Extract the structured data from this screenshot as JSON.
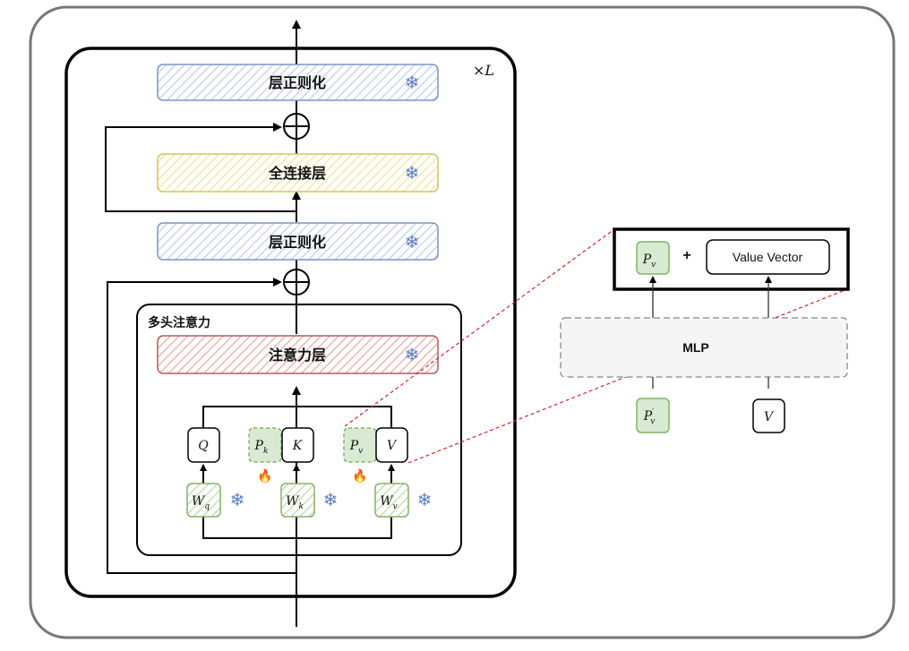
{
  "colors": {
    "norm_stroke": "#7b93c9",
    "norm_hatch": "#c9d6ef",
    "ffn_stroke": "#d8c25a",
    "ffn_hatch": "#f3e8a8",
    "attn_stroke": "#b85a5a",
    "attn_hatch": "#ebb6b2",
    "prompt_fill": "#d9ead3",
    "prompt_stroke": "#82b366",
    "weight_hatch": "#c6e0b4",
    "frozen_icon": "#5b7fc7",
    "trainable_icon": "#e23a1c",
    "dashed_link": "#d62728",
    "mlp_fill": "#f5f5f5",
    "mlp_stroke": "#888888"
  },
  "transformer": {
    "repeat_label": "×L",
    "top_norm": {
      "label": "层正则化",
      "frozen_icon": "❄"
    },
    "ffn": {
      "label": "全连接层",
      "frozen_icon": "❄"
    },
    "mid_norm": {
      "label": "层正则化",
      "frozen_icon": "❄"
    },
    "residual_add": "⊕",
    "mha": {
      "title": "多头注意力",
      "attn_layer": {
        "label": "注意力层",
        "frozen_icon": "❄"
      },
      "q": "Q",
      "k": "K",
      "v": "V",
      "pk": {
        "base": "P",
        "sub": "k",
        "trainable_icon": "🔥"
      },
      "pv": {
        "base": "P",
        "sub": "v",
        "trainable_icon": "🔥"
      },
      "wq": {
        "base": "W",
        "sub": "q",
        "frozen_icon": "❄"
      },
      "wk": {
        "base": "W",
        "sub": "k",
        "frozen_icon": "❄"
      },
      "wv": {
        "base": "W",
        "sub": "v",
        "frozen_icon": "❄"
      }
    }
  },
  "detail": {
    "pv": {
      "base": "P",
      "sub": "v"
    },
    "plus": "+",
    "value_vector": "Value Vector",
    "mlp": "MLP",
    "pv_prime": {
      "base": "P",
      "prime": "′",
      "sub": "v"
    },
    "v": "V"
  }
}
